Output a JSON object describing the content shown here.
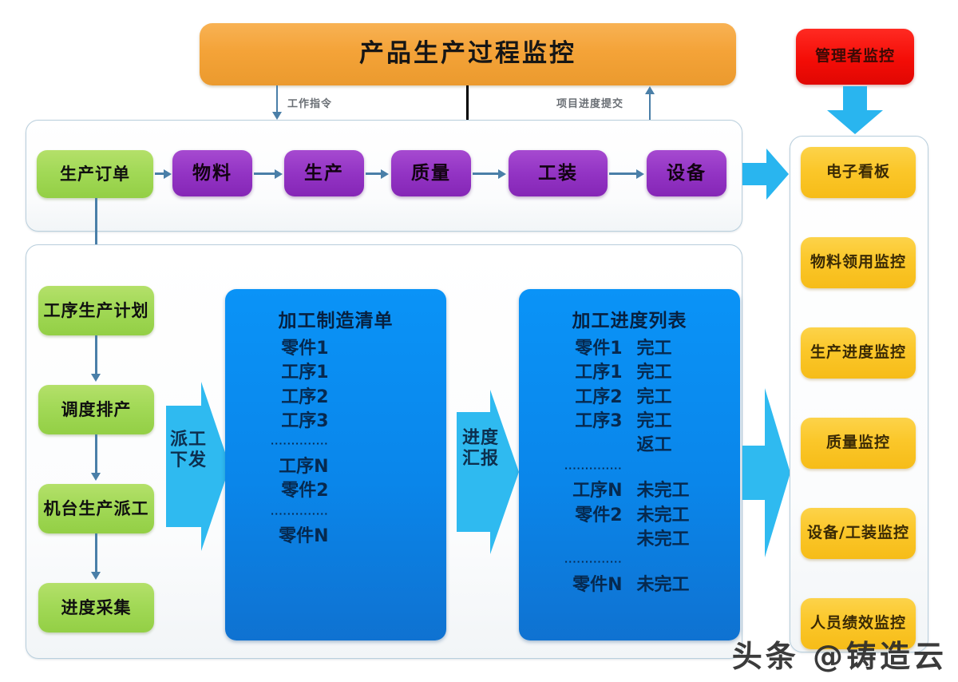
{
  "header": {
    "title": "产品生产过程监控"
  },
  "manager": {
    "title": "管理者监控"
  },
  "connector_labels": {
    "down": "工作指令",
    "up": "项目进度提交"
  },
  "top_flow": {
    "start": "生产订单",
    "nodes": [
      "物料",
      "生产",
      "质量",
      "工装",
      "设备"
    ]
  },
  "left_flow": {
    "steps": [
      "工序生产计划",
      "调度排产",
      "机台生产派工",
      "进度采集"
    ]
  },
  "fat_arrows": {
    "dispatch": "派工\n下发",
    "dispatch_line1": "派工",
    "dispatch_line2": "下发",
    "report_line1": "进度",
    "report_line2": "汇报"
  },
  "manufacture_list": {
    "title": "加工制造清单",
    "rows": [
      {
        "name": "零件1",
        "status": ""
      },
      {
        "name": "工序1",
        "status": ""
      },
      {
        "name": "工序2",
        "status": ""
      },
      {
        "name": "工序3",
        "status": ""
      },
      {
        "name": "··············",
        "status": "",
        "dots": true
      },
      {
        "name": "工序N",
        "status": ""
      },
      {
        "name": "零件2",
        "status": ""
      },
      {
        "name": "··············",
        "status": "",
        "dots": true
      },
      {
        "name": "零件N",
        "status": ""
      }
    ]
  },
  "progress_list": {
    "title": "加工进度列表",
    "rows": [
      {
        "name": "零件1",
        "status": "完工"
      },
      {
        "name": "工序1",
        "status": "完工"
      },
      {
        "name": "工序2",
        "status": "完工"
      },
      {
        "name": "工序3",
        "status": "完工"
      },
      {
        "name": "",
        "status": "返工"
      },
      {
        "name": "··············",
        "status": "",
        "dots": true
      },
      {
        "name": "工序N",
        "status": "未完工"
      },
      {
        "name": "零件2",
        "status": "未完工"
      },
      {
        "name": "",
        "status": "未完工"
      },
      {
        "name": "··············",
        "status": "",
        "dots": true
      },
      {
        "name": "零件N",
        "status": "未完工"
      }
    ]
  },
  "monitor_panel": {
    "items": [
      "电子看板",
      "物料领用监控",
      "生产进度监控",
      "质量监控",
      "设备/工装监控",
      "人员绩效监控"
    ]
  },
  "watermark": {
    "text": "头条 @铸造云"
  },
  "colors": {
    "orange": "#f4a338",
    "red": "#f40d07",
    "green": "#a2d957",
    "purple": "#9334c4",
    "yellow": "#fbc72a",
    "blue_panel": "#0a86ea",
    "cyan_arrow": "#29b5ef",
    "connector": "#4a7fa8",
    "frame_border": "#b9cfdd"
  }
}
